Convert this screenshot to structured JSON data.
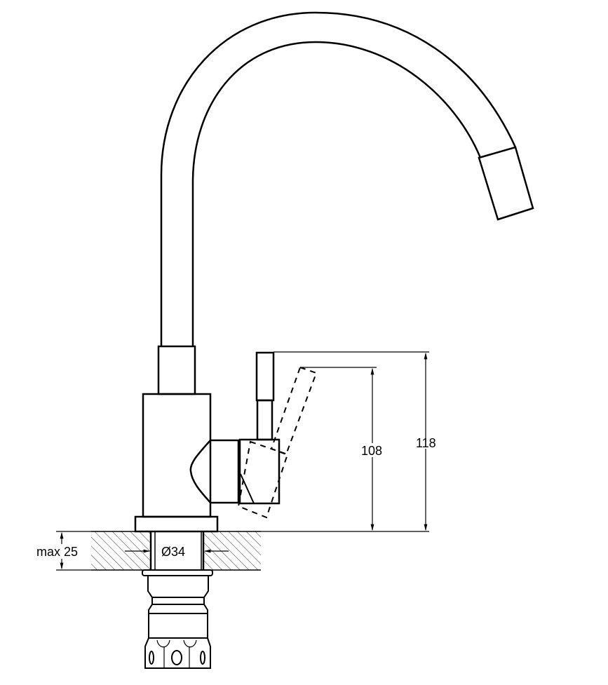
{
  "drawing": {
    "dimensions": {
      "total_height_label": "118",
      "handle_height_label": "108",
      "hole_diameter_label": "Ø34",
      "max_thickness_label": "max 25"
    },
    "colors": {
      "line": "#000000",
      "background": "#ffffff"
    }
  }
}
